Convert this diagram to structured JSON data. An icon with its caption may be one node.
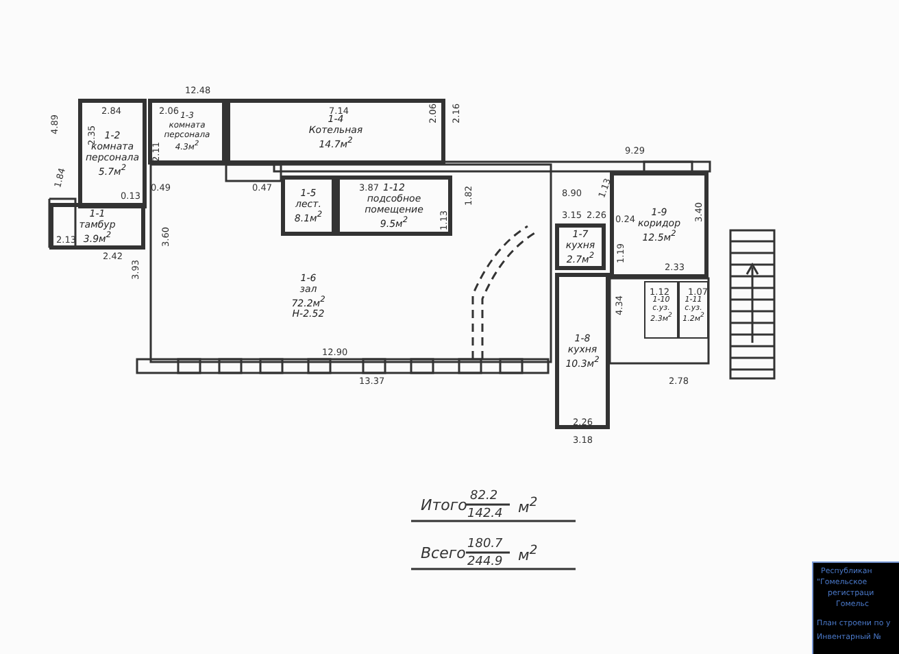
{
  "diagram": {
    "nodes": [
      {
        "text": [
          "1-1",
          "тамбур",
          "3.9м$^{2}$"
        ]
      },
      {
        "text": [
          "1-2",
          "комната персонала",
          "5.7м$^{2}$"
        ]
      },
      {
        "text": [
          "1-3",
          "комната персонала",
          "4.3м$^{2}$"
        ]
      },
      {
        "text": [
          "1-4",
          "Котельная",
          "14.7м$^{2}$"
        ]
      },
      {
        "text": [
          "1-5",
          "лест.",
          "8.1м$^{2}$"
        ]
      },
      {
        "text": [
          "1-12",
          "подсобное помещение",
          "9.5м$^{2}$"
        ]
      },
      {
        "text": [
          "1-6",
          "зал",
          "72.2м$^{2}$",
          "Н-2.52"
        ]
      },
      {
        "text": [
          "1-9",
          "коридор",
          "12.5м$^{2}$"
        ]
      },
      {
        "text": [
          "1-7",
          "кухня",
          "2.7м$^{2}$"
        ]
      },
      {
        "text": [
          "1-8",
          "кухня",
          "10.3м$^{2}$"
        ]
      },
      {
        "text": [
          "1-10",
          "с.уз.",
          "2.3м$^{2}$"
        ]
      },
      {
        "text": [
          "1-11",
          "с.уз.",
          "1.2м$^{2}$"
        ]
      }
    ],
    "labels": [
      "12.48",
      "2.84",
      "2.06",
      "7.14",
      "4.89",
      "2.35",
      "0.13",
      "2.11",
      "0.49",
      "1.84",
      "2.13",
      "2.42",
      "3.60",
      "3.93",
      "0.47",
      "2.06",
      "2.16",
      "3.87",
      "1.13",
      "1.82",
      "9.29",
      "8.90",
      "1.13",
      "3.15",
      "0.24",
      "3.40",
      "2.26",
      "1.19",
      "4.34",
      "2.33",
      "1.12",
      "1.07",
      "2.78",
      "12.90",
      "13.37",
      "2.26",
      "3.18",
      "Итого",
      "82.2",
      "142.4",
      "м$^{2}$",
      "Всего",
      "180.7",
      "244.9",
      "м$^{2}$",
      "Республикан",
      "\"Гомельское",
      "регистраци",
      "Гомельс",
      "План строени по у",
      "Инвентарный №"
    ]
  }
}
